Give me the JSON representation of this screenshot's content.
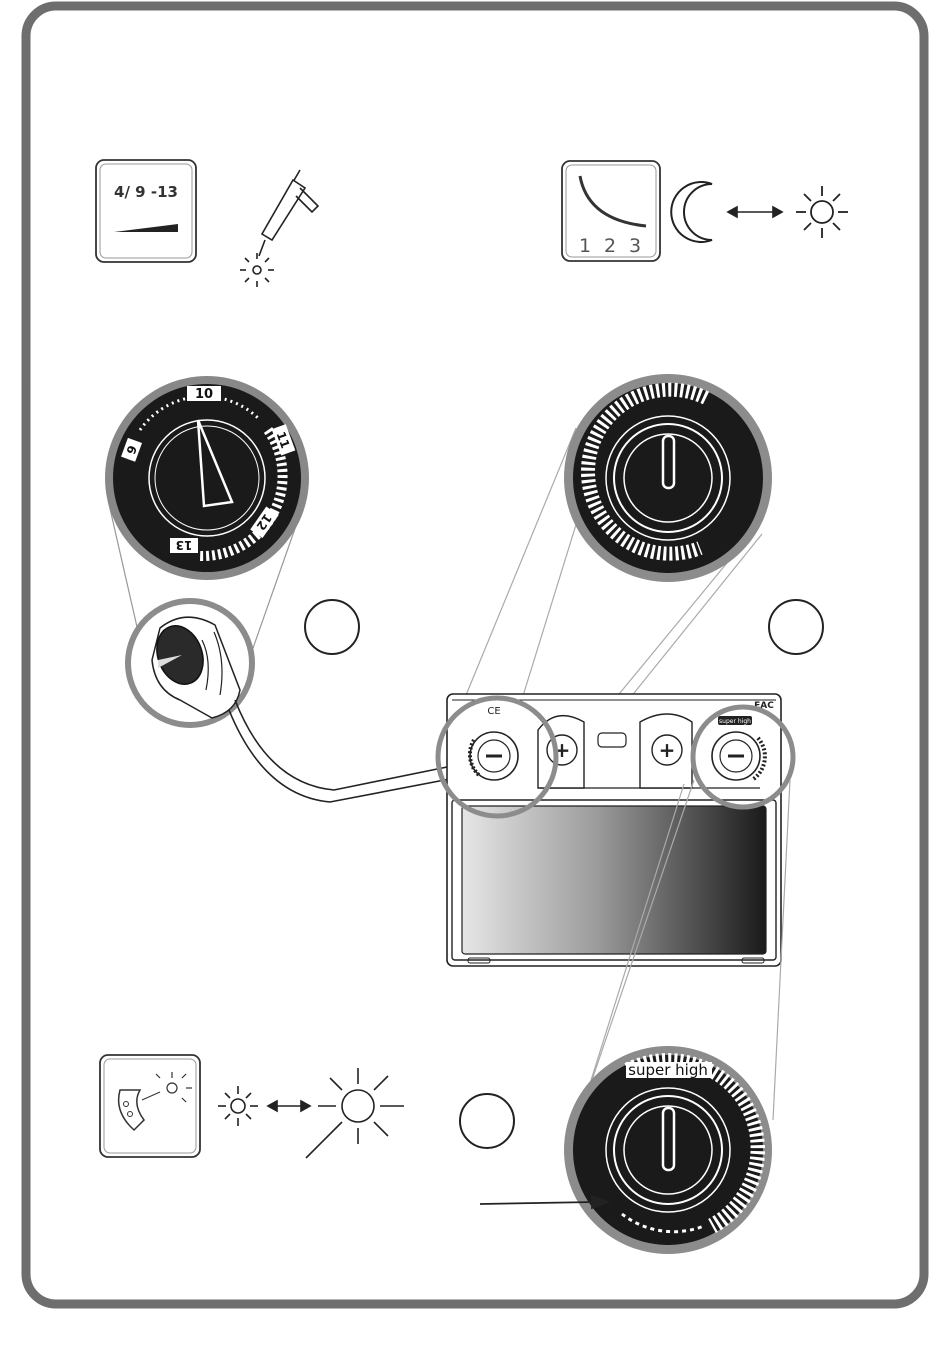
{
  "panel": {
    "icon_shade": {
      "range_label": "4/ 9 -13"
    },
    "icon_delay": {
      "scale": [
        "1",
        "2",
        "3"
      ]
    },
    "icon_sensitivity": {},
    "shade_dial": {
      "ticks": [
        "10",
        "11",
        "12",
        "13",
        "9"
      ]
    },
    "sensitivity_dial": {
      "label": "super high"
    },
    "helmet": {
      "mark_ce": "CE",
      "mark_eac": "EAC",
      "mini_label": "super high"
    },
    "step_circles": [
      "",
      "",
      ""
    ]
  },
  "colors": {
    "frame": "#6e6e6e",
    "ring": "#8c8c8c",
    "dial_bg": "#1a1a1a",
    "line": "#222222"
  }
}
